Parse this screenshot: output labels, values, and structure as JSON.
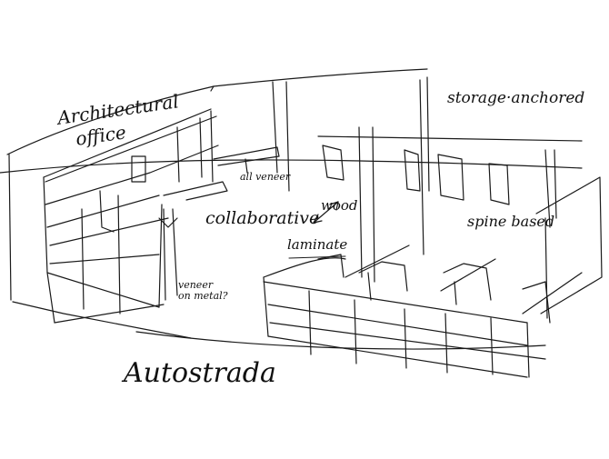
{
  "sketch": {
    "type": "hand-drawn perspective furniture sketch",
    "ink_color": "#1a1a1a",
    "paper_color": "#ffffff"
  },
  "labels": {
    "architectural": "Architectural",
    "office": "office",
    "storage_anchored": "storage·anchored",
    "all_veneer": "all veneer",
    "collaborative": "collaborative",
    "wood": "wood",
    "laminate": "laminate",
    "spine_based": "spine based",
    "veneer_on_metal_line1": "veneer",
    "veneer_on_metal_line2": "on metal?",
    "title": "Autostrada"
  },
  "regions": [
    {
      "name": "architectural-office-workstation",
      "position": "left"
    },
    {
      "name": "collaborative-table",
      "position": "center-left"
    },
    {
      "name": "spine-based-workstations",
      "position": "right"
    }
  ]
}
